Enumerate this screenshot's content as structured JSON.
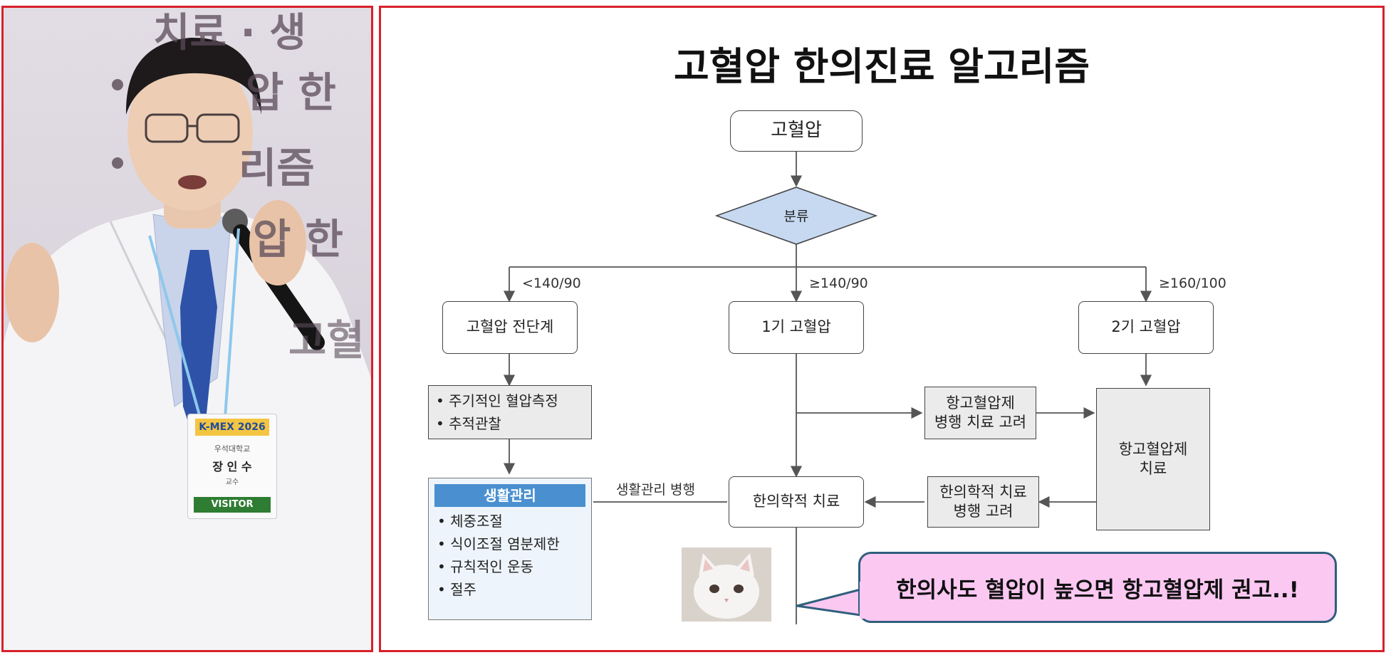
{
  "photo": {
    "background_fragments": [
      "치료 · 생",
      "압 한",
      "리즘",
      "압 한",
      "고혈"
    ],
    "badge": {
      "event": "K-MEX 2026",
      "school": "우석대학교",
      "name": "장 인 수",
      "title": "교수",
      "type": "VISITOR"
    }
  },
  "diagram": {
    "title": "고혈압 한의진료 알고리즘",
    "start": "고혈압",
    "decision": "분류",
    "branches": [
      {
        "condition": "<140/90",
        "label": "고혈압 전단계"
      },
      {
        "condition": "≥140/90",
        "label": "1기 고혈압"
      },
      {
        "condition": "≥160/100",
        "label": "2기 고혈압"
      }
    ],
    "monitor_items": [
      "주기적인 혈압측정",
      "추적관찰"
    ],
    "lifestyle": {
      "title": "생활관리",
      "items": [
        "체중조절",
        "식이조절 염분제한",
        "규칙적인 운동",
        "절주"
      ]
    },
    "lifestyle_link": "생활관리 병행",
    "combo_drug_line1": "항고혈압제",
    "combo_drug_line2": "병행 치료 고려",
    "drug_line1": "항고혈압제",
    "drug_line2": "치료",
    "kmed_combo_line1": "한의학적 치료",
    "kmed_combo_line2": "병행 고려",
    "kmed": "한의학적 치료",
    "callout": "한의사도 혈압이 높으면 항고혈압제 권고..!"
  },
  "colors": {
    "frame_border": "#d8202a",
    "decision_fill": "#c6d9f1",
    "lifestyle_header": "#4a90d0",
    "lifestyle_fill": "#eef4fb",
    "callout_fill": "#fbc8f2",
    "callout_border": "#2f5f7c"
  }
}
